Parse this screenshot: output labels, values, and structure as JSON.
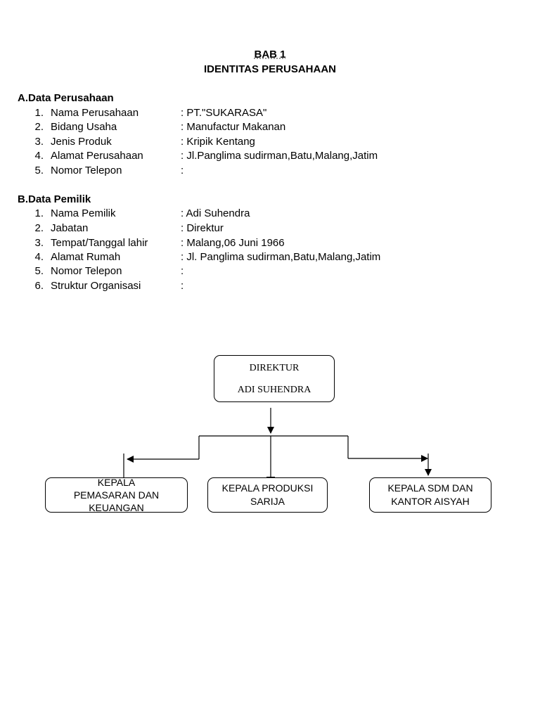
{
  "header": {
    "bab": "BAB 1",
    "title": "IDENTITAS PERUSAHAAN"
  },
  "section_a": {
    "title": "A.Data Perusahaan",
    "items": [
      {
        "num": "1.",
        "label": "Nama Perusahaan",
        "value": ": PT.\"SUKARASA\""
      },
      {
        "num": "2.",
        "label": "Bidang Usaha",
        "value": ": Manufactur Makanan"
      },
      {
        "num": "3.",
        "label": "Jenis Produk",
        "value": ": Kripik Kentang"
      },
      {
        "num": "4.",
        "label": "Alamat Perusahaan",
        "value": ": Jl.Panglima sudirman,Batu,Malang,Jatim"
      },
      {
        "num": "5.",
        "label": "Nomor Telepon",
        "value": ":"
      }
    ]
  },
  "section_b": {
    "title": "B.Data Pemilik",
    "items": [
      {
        "num": "1.",
        "label": "Nama Pemilik",
        "value": ": Adi Suhendra"
      },
      {
        "num": "2.",
        "label": "Jabatan",
        "value": ": Direktur"
      },
      {
        "num": "3.",
        "label": "Tempat/Tanggal lahir",
        "value": ": Malang,06 Juni 1966"
      },
      {
        "num": "4.",
        "label": "Alamat Rumah",
        "value": ": Jl. Panglima sudirman,Batu,Malang,Jatim"
      },
      {
        "num": "5.",
        "label": "Nomor Telepon",
        "value": ":"
      },
      {
        "num": "6.",
        "label": "Struktur Organisasi",
        "value": ":"
      }
    ]
  },
  "org_chart": {
    "top": {
      "line1": "DIREKTUR",
      "line2": "ADI SUHENDRA"
    },
    "children": [
      {
        "line1": "KEPALA",
        "line2": "PEMASARAN DAN",
        "line3": "KEUANGAN"
      },
      {
        "line1": "KEPALA PRODUKSI",
        "line2": "SARIJA"
      },
      {
        "line1": "KEPALA SDM DAN",
        "line2": "KANTOR AISYAH"
      }
    ]
  }
}
